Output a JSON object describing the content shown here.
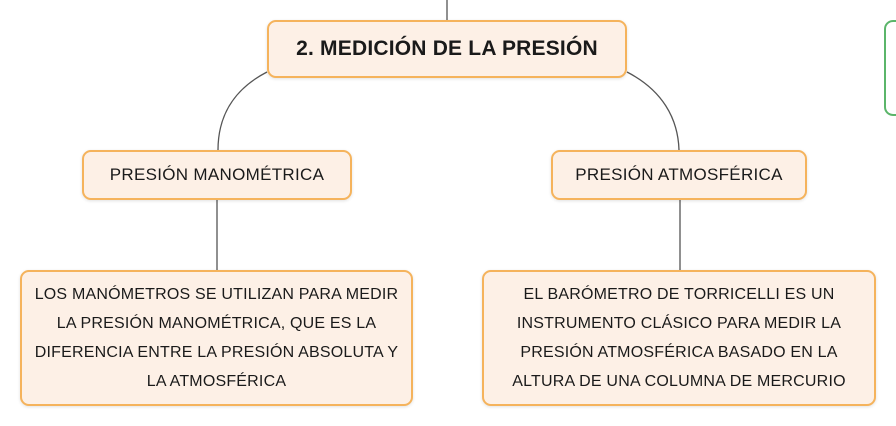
{
  "diagram": {
    "title": "2. MEDICIÓN DE LA PRESIÓN",
    "branches": [
      {
        "heading": "PRESIÓN MANOMÉTRICA",
        "detail": "LOS MANÓMETROS SE UTILIZAN PARA MEDIR LA PRESIÓN MANOMÉTRICA, QUE ES LA DIFERENCIA ENTRE LA PRESIÓN ABSOLUTA Y LA ATMOSFÉRICA"
      },
      {
        "heading": "PRESIÓN ATMOSFÉRICA",
        "detail": "EL BARÓMETRO DE TORRICELLI ES UN INSTRUMENTO CLÁSICO PARA MEDIR LA PRESIÓN ATMOSFÉRICA BASADO EN LA ALTURA DE UNA COLUMNA DE MERCURIO"
      }
    ]
  },
  "colors": {
    "node_fill": "#fdf0e6",
    "node_border": "#f5b35c",
    "connector": "#555555",
    "side_box_border": "#5bb56a"
  }
}
